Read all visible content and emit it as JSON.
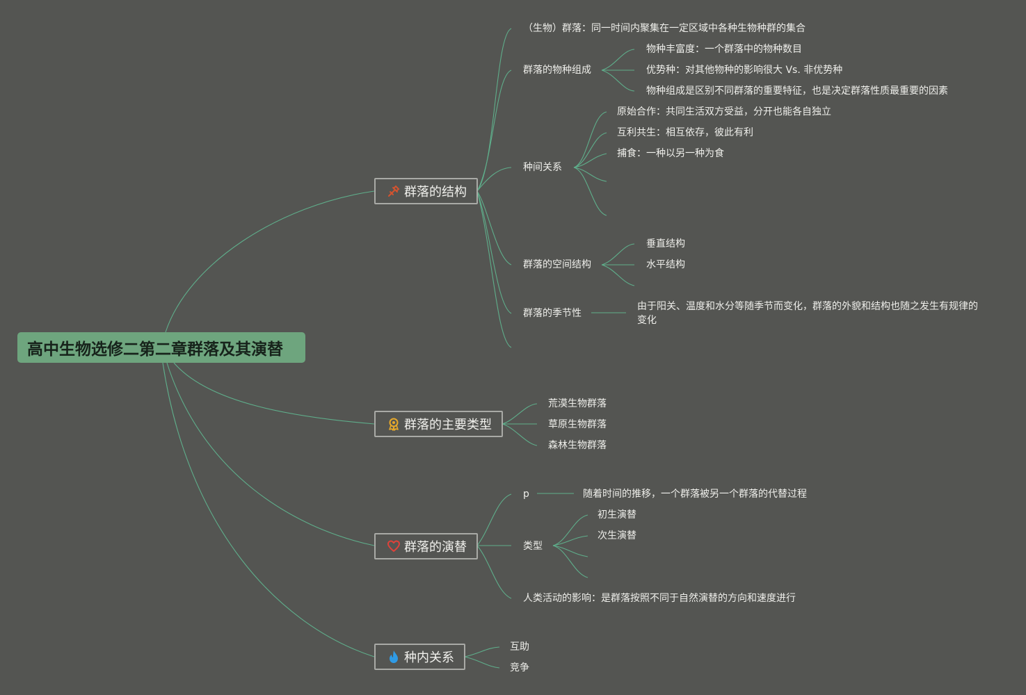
{
  "root": {
    "title": "高中生物选修二第二章群落及其演替"
  },
  "branches": [
    {
      "label": "群落的结构",
      "icon": "tools-icon",
      "children": [
        {
          "label": "（生物）群落：同一时间内聚集在一定区域中各种生物种群的集合"
        },
        {
          "label": "群落的物种组成",
          "children": [
            "物种丰富度：一个群落中的物种数目",
            "优势种：对其他物种的影响很大 Vs. 非优势种",
            "物种组成是区别不同群落的重要特征，也是决定群落性质最重要的因素"
          ]
        },
        {
          "label": "种间关系",
          "children": [
            "原始合作：共同生活双方受益，分开也能各自独立",
            "互利共生：相互依存，彼此有利",
            "捕食：一种以另一种为食"
          ]
        },
        {
          "label": "群落的空间结构",
          "children": [
            "垂直结构",
            "水平结构"
          ]
        },
        {
          "label": "群落的季节性",
          "children": [
            "由于阳关、温度和水分等随季节而变化，群落的外貌和结构也随之发生有规律的变化"
          ]
        }
      ]
    },
    {
      "label": "群落的主要类型",
      "icon": "award-icon",
      "children": [
        "荒漠生物群落",
        "草原生物群落",
        "森林生物群落"
      ]
    },
    {
      "label": "群落的演替",
      "icon": "heart-icon",
      "children": [
        {
          "label": "p",
          "children": [
            "随着时间的推移，一个群落被另一个群落的代替过程"
          ]
        },
        {
          "label": "类型",
          "children": [
            "初生演替",
            "次生演替"
          ]
        },
        {
          "label": "人类活动的影响：是群落按照不同于自然演替的方向和速度进行"
        }
      ]
    },
    {
      "label": "种内关系",
      "icon": "flame-icon",
      "children": [
        "互助",
        "竞争"
      ]
    }
  ],
  "colors": {
    "background": "#545552",
    "root_fill": "#6ea57e",
    "link": "#5fae8b",
    "branch_border": "#a9aaa6",
    "tools_icon": "#d4532f",
    "award_icon": "#e7a92b",
    "heart_icon": "#e0423a",
    "flame_icon": "#2f9be6"
  }
}
